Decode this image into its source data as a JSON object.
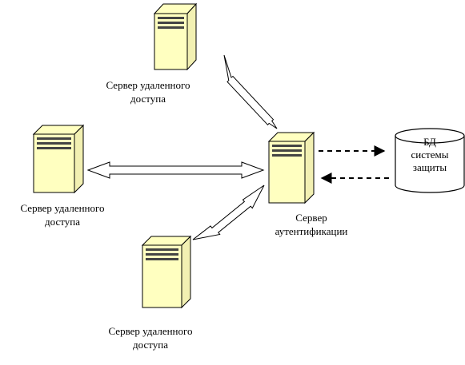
{
  "nodes": {
    "server_top": {
      "line1": "Сервер удаленного",
      "line2": "доступа"
    },
    "server_left": {
      "line1": "Сервер удаленного",
      "line2": "доступа"
    },
    "server_bottom": {
      "line1": "Сервер удаленного",
      "line2": "доступа"
    },
    "auth_server": {
      "line1": "Сервер",
      "line2": "аутентификации"
    },
    "database": {
      "line1": "БД",
      "line2": "системы",
      "line3": "защиты"
    }
  },
  "colors": {
    "server_fill": "#ffffc0",
    "server_side": "#f2f0b2",
    "outline": "#000000",
    "arrow_fill": "#ffffff"
  },
  "icons": {
    "server": "server-tower-icon",
    "database": "database-cylinder-icon"
  }
}
